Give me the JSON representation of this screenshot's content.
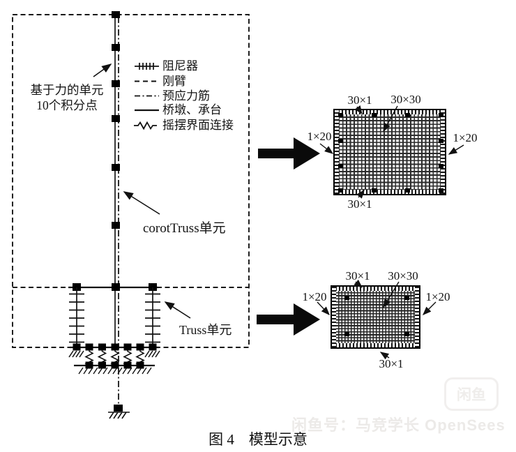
{
  "figure": {
    "caption": "图 4　模型示意"
  },
  "annotations": {
    "force_element_line1": "基于力的单元",
    "force_element_line2": "10个积分点",
    "corot_truss": "corotTruss单元",
    "truss": "Truss单元"
  },
  "legend": {
    "items": [
      {
        "symbol": "damper-hatch-icon",
        "label": "阻尼器"
      },
      {
        "symbol": "dashed-line-icon",
        "label": "刚臂"
      },
      {
        "symbol": "dash-dot-line-icon",
        "label": "预应力筋"
      },
      {
        "symbol": "solid-line-icon",
        "label": "桥墩、承台"
      },
      {
        "symbol": "zigzag-line-icon",
        "label": "摇摆界面连接"
      }
    ]
  },
  "sections": {
    "pier_section": {
      "top_edge": "30×1",
      "core": "30×30",
      "left_edge": "1×20",
      "right_edge": "1×20",
      "bottom_edge": "30×1"
    },
    "cap_section": {
      "top_edge": "30×1",
      "core": "30×30",
      "left_edge": "1×20",
      "right_edge": "1×20",
      "bottom_edge": "30×1"
    }
  },
  "watermark": {
    "text": "闲鱼号：马竞学长 OpenSees",
    "badge": "闲鱼"
  },
  "colors": {
    "ink": "#141414",
    "watermark": "#eceae8"
  }
}
